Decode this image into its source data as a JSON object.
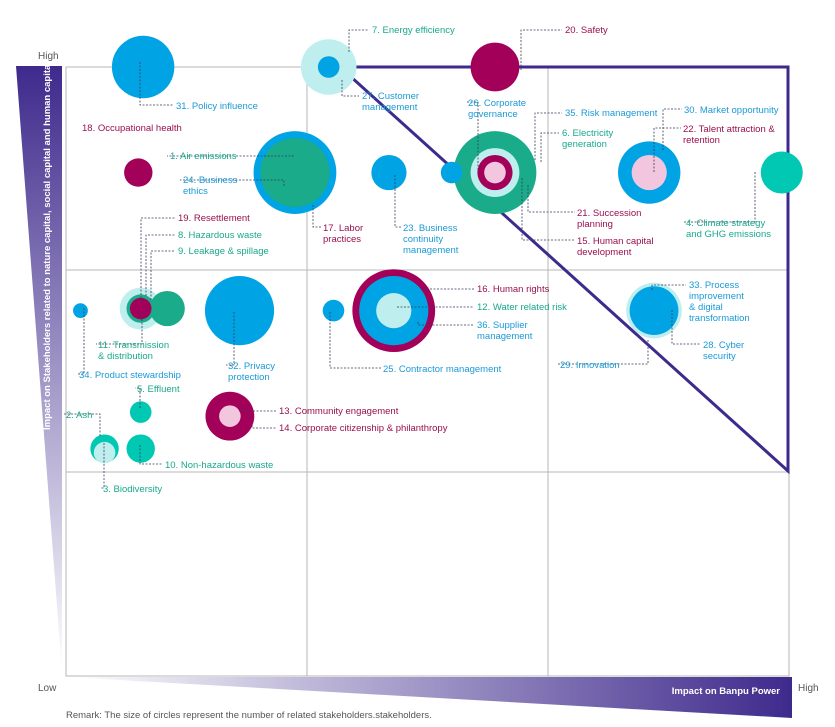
{
  "axes": {
    "y_label": "Impact on Stakeholders related to nature capital, social capital and human capital",
    "x_label": "Impact on Banpu Power",
    "y_high": "High",
    "x_low": "Low",
    "x_high": "High"
  },
  "remark": "Remark: The size of circles represent the number of related stakeholders.stakeholders.",
  "colors": {
    "grid": "#b7b7b7",
    "diagonal": "#3e2a8c",
    "blue": "#00a3e4",
    "teal": "#00c8b3",
    "green": "#1aab8a",
    "light_teal": "#bfeeee",
    "maroon": "#a3005a",
    "pink": "#f3c6df",
    "label_blue": "#1a9ad6",
    "label_teal": "#18a88c",
    "label_maroon": "#9a0f4f"
  },
  "chart_data": {
    "type": "bubble-matrix",
    "xlim": [
      0,
      3
    ],
    "ylim": [
      0,
      3
    ],
    "grid": true,
    "items": [
      {
        "id": 1,
        "label": "1. Air emissions",
        "x": 0.95,
        "y": 2.48,
        "size": 9,
        "color": "green",
        "label_color": "teal"
      },
      {
        "id": 2,
        "label": "2. Ash",
        "x": 0.16,
        "y": 1.12,
        "size": 3,
        "color": "teal",
        "label_color": "teal"
      },
      {
        "id": 3,
        "label": "3. Biodiversity",
        "x": 0.16,
        "y": 1.1,
        "size": 2,
        "color": "light_teal",
        "label_color": "teal"
      },
      {
        "id": 4,
        "label": "4. Climate strategy and GHG emissions",
        "x": 2.97,
        "y": 2.48,
        "size": 5,
        "color": "teal",
        "label_color": "teal"
      },
      {
        "id": 5,
        "label": "5. Effluent",
        "x": 0.31,
        "y": 1.3,
        "size": 2,
        "color": "teal",
        "label_color": "teal"
      },
      {
        "id": 6,
        "label": "6. Electricity generation",
        "x": 1.78,
        "y": 2.48,
        "size": 11,
        "color": "green",
        "label_color": "teal"
      },
      {
        "id": 7,
        "label": "7. Energy efficiency",
        "x": 1.09,
        "y": 3.0,
        "size": 7,
        "color": "light_teal",
        "label_color": "teal"
      },
      {
        "id": 8,
        "label": "8. Hazardous waste",
        "x": 0.31,
        "y": 1.81,
        "size": 5,
        "color": "light_teal",
        "label_color": "teal"
      },
      {
        "id": 9,
        "label": "9. Leakage & spillage",
        "x": 0.31,
        "y": 1.81,
        "size": 3,
        "color": "green",
        "label_color": "teal"
      },
      {
        "id": 10,
        "label": "10. Non-hazardous waste",
        "x": 0.31,
        "y": 1.12,
        "size": 3,
        "color": "teal",
        "label_color": "teal"
      },
      {
        "id": 11,
        "label": "11. Transmission & distribution",
        "x": 0.42,
        "y": 1.81,
        "size": 4,
        "color": "green",
        "label_color": "teal"
      },
      {
        "id": 12,
        "label": "12. Water related risk",
        "x": 1.36,
        "y": 1.8,
        "size": 4,
        "color": "light_teal",
        "label_color": "teal"
      },
      {
        "id": 13,
        "label": "13. Community engagement",
        "x": 0.68,
        "y": 1.28,
        "size": 2,
        "color": "pink",
        "label_color": "maroon"
      },
      {
        "id": 14,
        "label": "14. Corporate citizenship & philanthropy",
        "x": 0.68,
        "y": 1.28,
        "size": 6,
        "color": "maroon",
        "label_color": "maroon"
      },
      {
        "id": 15,
        "label": "15. Human capital development",
        "x": 1.78,
        "y": 2.48,
        "size": 4,
        "color": "maroon",
        "label_color": "maroon"
      },
      {
        "id": 16,
        "label": "16. Human rights",
        "x": 1.36,
        "y": 1.8,
        "size": 11,
        "color": "maroon",
        "label_color": "maroon"
      },
      {
        "id": 17,
        "label": "17. Labor practices",
        "x": 0.95,
        "y": 2.48,
        "size": 11,
        "color": "blue",
        "label_color": "maroon"
      },
      {
        "id": 18,
        "label": "18. Occupational health",
        "x": 0.3,
        "y": 2.48,
        "size": 3,
        "color": "maroon",
        "label_color": "maroon"
      },
      {
        "id": 19,
        "label": "19. Resettlement",
        "x": 0.31,
        "y": 1.81,
        "size": 2,
        "color": "maroon",
        "label_color": "maroon"
      },
      {
        "id": 20,
        "label": "20. Safety",
        "x": 1.78,
        "y": 3.0,
        "size": 6,
        "color": "maroon",
        "label_color": "maroon"
      },
      {
        "id": 21,
        "label": "21. Succession planning",
        "x": 1.78,
        "y": 2.48,
        "size": 2,
        "color": "pink",
        "label_color": "maroon"
      },
      {
        "id": 22,
        "label": "22. Talent attraction & retention",
        "x": 2.42,
        "y": 2.48,
        "size": 4,
        "color": "pink",
        "label_color": "maroon"
      },
      {
        "id": 23,
        "label": "23. Business continuity management",
        "x": 1.34,
        "y": 2.48,
        "size": 4,
        "color": "blue",
        "label_color": "blue"
      },
      {
        "id": 24,
        "label": "24. Business ethics",
        "x": 0.95,
        "y": 2.48,
        "size": 3,
        "color": "green",
        "label_color": "blue"
      },
      {
        "id": 25,
        "label": "25. Contractor management",
        "x": 1.11,
        "y": 1.8,
        "size": 2,
        "color": "blue",
        "label_color": "blue"
      },
      {
        "id": 26,
        "label": "26. Corporate governance",
        "x": 1.6,
        "y": 2.48,
        "size": 2,
        "color": "blue",
        "label_color": "blue"
      },
      {
        "id": 27,
        "label": "27. Customer management",
        "x": 1.09,
        "y": 3.0,
        "size": 2,
        "color": "blue",
        "label_color": "blue"
      },
      {
        "id": 28,
        "label": "28. Cyber security",
        "x": 2.44,
        "y": 1.8,
        "size": 5,
        "color": "blue",
        "label_color": "blue"
      },
      {
        "id": 29,
        "label": "29. Innovation",
        "x": 2.44,
        "y": 1.8,
        "size": 7,
        "color": "light_teal",
        "label_color": "blue"
      },
      {
        "id": 30,
        "label": "30. Market opportunity",
        "x": 2.42,
        "y": 2.48,
        "size": 8,
        "color": "blue",
        "label_color": "blue"
      },
      {
        "id": 31,
        "label": "31. Policy influence",
        "x": 0.32,
        "y": 3.0,
        "size": 8,
        "color": "blue",
        "label_color": "blue"
      },
      {
        "id": 32,
        "label": "32. Privacy protection",
        "x": 0.72,
        "y": 1.8,
        "size": 9,
        "color": "blue",
        "label_color": "blue"
      },
      {
        "id": 33,
        "label": "33. Process improvement & digital transformation",
        "x": 2.44,
        "y": 1.8,
        "size": 6,
        "color": "blue",
        "label_color": "blue"
      },
      {
        "id": 34,
        "label": "34. Product stewardship",
        "x": 0.06,
        "y": 1.8,
        "size": 1,
        "color": "blue",
        "label_color": "blue"
      },
      {
        "id": 35,
        "label": "35. Risk management",
        "x": 1.78,
        "y": 2.48,
        "size": 6,
        "color": "light_teal",
        "label_color": "blue"
      },
      {
        "id": 36,
        "label": "36. Supplier management",
        "x": 1.36,
        "y": 1.8,
        "size": 9,
        "color": "blue",
        "label_color": "blue"
      }
    ]
  }
}
